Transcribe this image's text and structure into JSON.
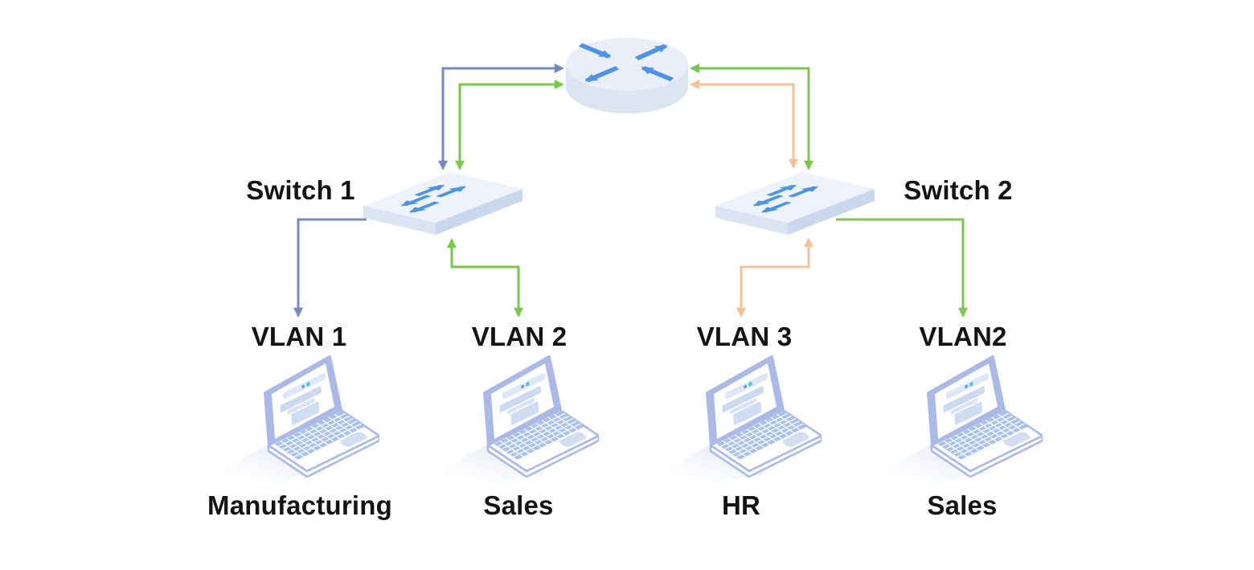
{
  "diagram": {
    "title_hint": "VLAN network topology",
    "icons": {
      "router": "router-icon",
      "switch": "switch-icon",
      "laptop": "laptop-icon",
      "arrowhead": "arrowhead-icon"
    },
    "switches": [
      {
        "label": "Switch 1"
      },
      {
        "label": "Switch 2"
      }
    ],
    "vlan_groups": [
      {
        "vlan_label": "VLAN 1",
        "department": "Manufacturing",
        "line_color": "#7289c4",
        "uplink": "Switch 1"
      },
      {
        "vlan_label": "VLAN 2",
        "department": "Sales",
        "line_color": "#79c74e",
        "uplink": "Switch 1"
      },
      {
        "vlan_label": "VLAN 3",
        "department": "HR",
        "line_color": "#f9c096",
        "uplink": "Switch 2"
      },
      {
        "vlan_label": "VLAN2",
        "department": "Sales",
        "line_color": "#79c74e",
        "uplink": "Switch 2"
      }
    ],
    "colors": {
      "vlan1_blue": "#7289c4",
      "vlan2_green": "#79c74e",
      "vlan3_orange": "#f9c096",
      "device_arrow_blue": "#4e94e6",
      "device_body_light": "#e9eef8",
      "device_body_shade": "#dde4f2",
      "laptop_outline": "#aab9e6",
      "background": "#ffffff"
    }
  }
}
